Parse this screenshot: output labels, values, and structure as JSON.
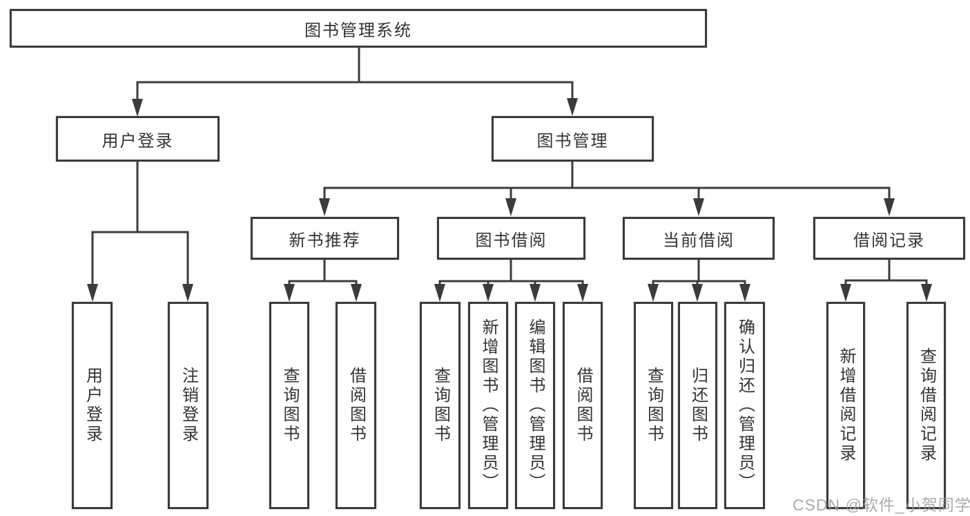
{
  "tree": {
    "label": "图书管理系统",
    "children": [
      {
        "label": "用户登录",
        "children": [
          {
            "label": "用户登录"
          },
          {
            "label": "注销登录"
          }
        ]
      },
      {
        "label": "图书管理",
        "children": [
          {
            "label": "新书推荐",
            "children": [
              {
                "label": "查询图书"
              },
              {
                "label": "借阅图书"
              }
            ]
          },
          {
            "label": "图书借阅",
            "children": [
              {
                "label": "查询图书"
              },
              {
                "label": "新增图书（管理员）"
              },
              {
                "label": "编辑图书（管理员）"
              },
              {
                "label": "借阅图书"
              }
            ]
          },
          {
            "label": "当前借阅",
            "children": [
              {
                "label": "查询图书"
              },
              {
                "label": "归还图书"
              },
              {
                "label": "确认归还（管理员）"
              }
            ]
          },
          {
            "label": "借阅记录",
            "children": [
              {
                "label": "新增借阅记录"
              },
              {
                "label": "查询借阅记录"
              }
            ]
          }
        ]
      }
    ]
  },
  "watermark": "CSDN @软件_小贺同学",
  "colors": {
    "line": "#3b3b3b",
    "text": "#333333",
    "watermark": "#9b9b9b",
    "background": "#ffffff"
  }
}
